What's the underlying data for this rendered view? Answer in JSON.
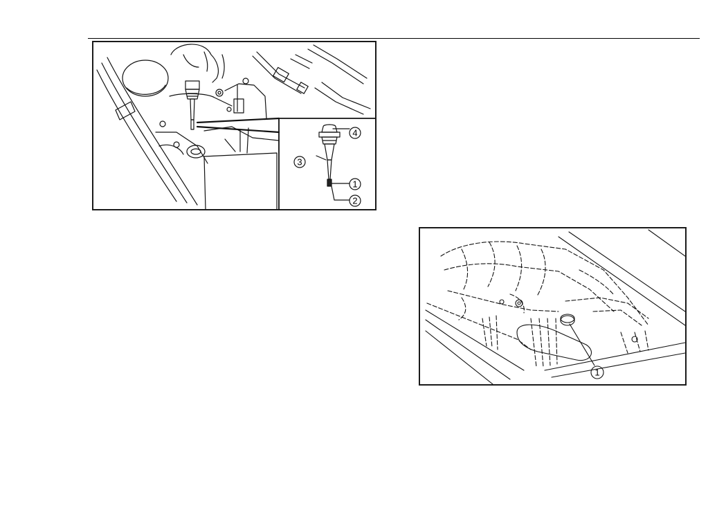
{
  "figure_top": {
    "callouts": {
      "c1": "1",
      "c2": "2",
      "c3": "3",
      "c4": "4"
    }
  },
  "figure_bottom": {
    "callouts": {
      "c1": "1"
    }
  }
}
